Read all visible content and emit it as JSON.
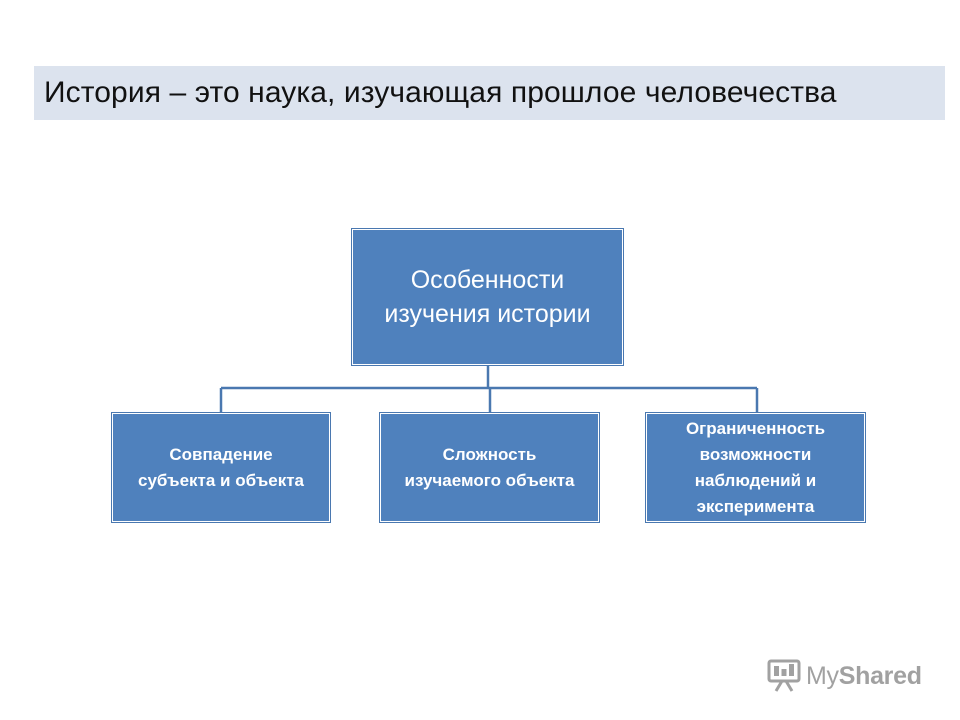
{
  "slide": {
    "title": "История – это наука, изучающая прошлое человечества"
  },
  "diagram": {
    "root": {
      "label": "Особенности\nизучения истории"
    },
    "children": [
      {
        "label": "Совпадение\nсубъекта и объекта"
      },
      {
        "label": "Сложность\nизучаемого объекта"
      },
      {
        "label": "Ограниченность\nвозможности\nнаблюдений и\nэксперимента"
      }
    ]
  },
  "watermark": {
    "brand_prefix": "My",
    "brand_suffix": "Shared",
    "icon": "presentation-board-icon"
  },
  "colors": {
    "box_fill": "#4f81bd",
    "title_bar": "#dce3ee",
    "connector": "#4a78b0"
  }
}
